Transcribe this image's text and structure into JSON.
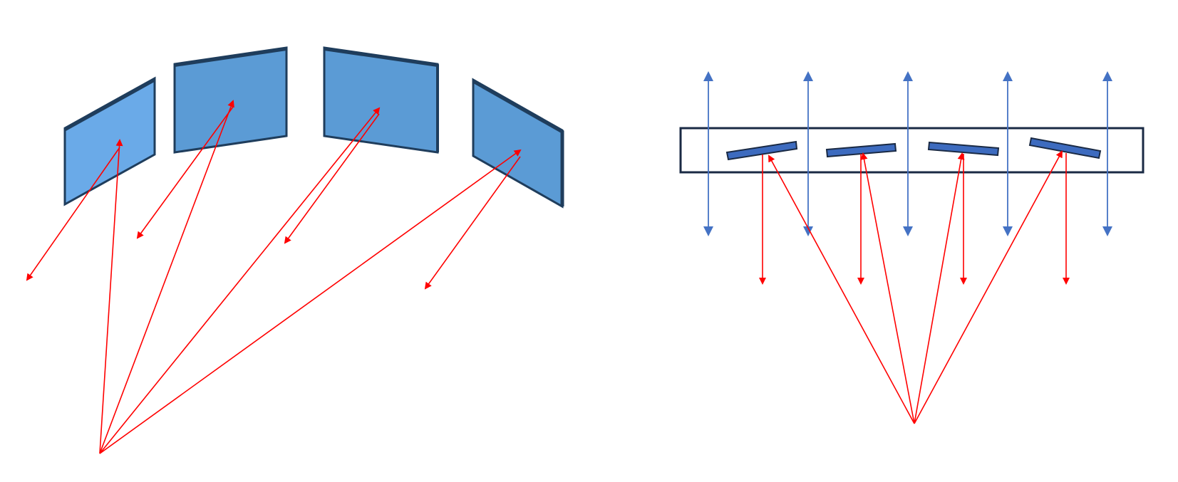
{
  "diagrams": [
    {
      "id": "tilted-panel-array",
      "panel_count": 4,
      "reflected_ray_count": 4,
      "incident_ray_count": 4
    },
    {
      "id": "flat-mirror-array",
      "mirror_count": 4,
      "transmitted_ray_count": 5,
      "reflected_ray_count": 4,
      "incident_ray_count": 4
    }
  ],
  "colors": {
    "panel_fill_light": "#6aaae8",
    "panel_fill": "#5b9bd5",
    "panel_edge": "#1f3d5c",
    "mirror_fill": "#3d6bbf",
    "frame_stroke": "#1a2a44",
    "transmitted_ray": "#4472c4",
    "reflected_ray": "#ff0000"
  }
}
